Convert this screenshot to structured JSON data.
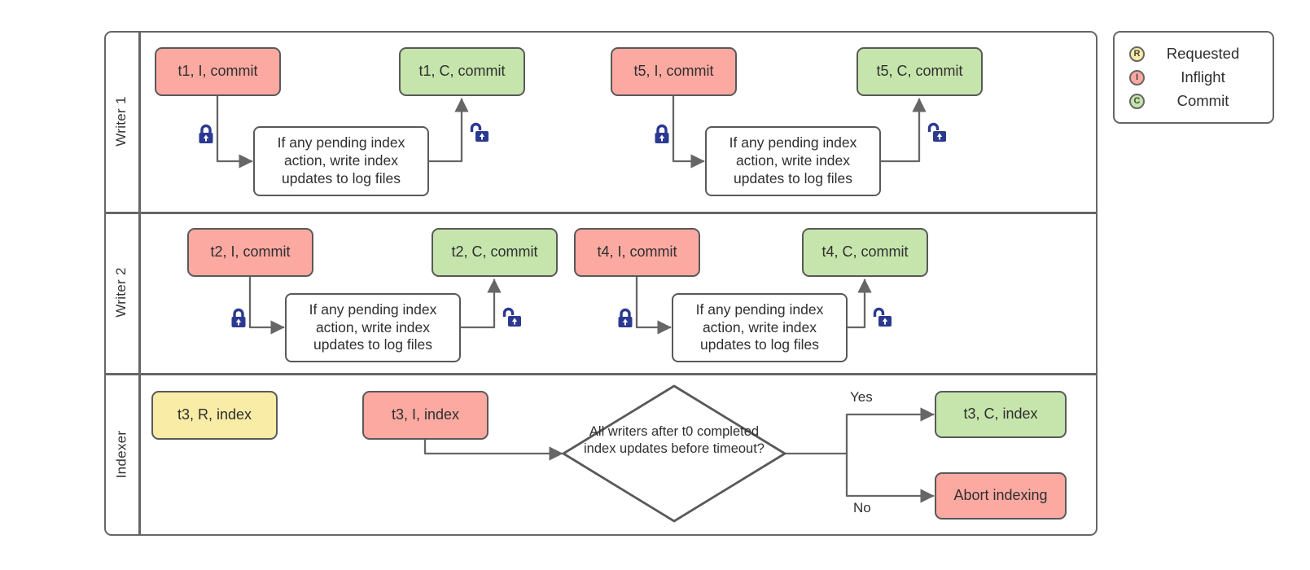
{
  "lanes": [
    {
      "label": "Writer 1"
    },
    {
      "label": "Writer 2"
    },
    {
      "label": "Indexer"
    }
  ],
  "nodes": {
    "t1_inflight": "t1, I, commit",
    "t1_commit": "t1, C, commit",
    "t5_inflight": "t5, I, commit",
    "t5_commit": "t5, C, commit",
    "t2_inflight": "t2, I, commit",
    "t2_commit": "t2, C, commit",
    "t4_inflight": "t4, I, commit",
    "t4_commit": "t4, C, commit",
    "t3_requested": "t3, R, index",
    "t3_inflight": "t3, I, index",
    "t3_commit": "t3, C, index",
    "abort": "Abort indexing",
    "process": "If any pending index action, write index updates to log files",
    "decision": "All writers after t0 completed index updates before timeout?"
  },
  "edges": {
    "yes": "Yes",
    "no": "No"
  },
  "legend": {
    "items": [
      {
        "letter": "R",
        "label": "Requested",
        "state": "requested"
      },
      {
        "letter": "I",
        "label": "Inflight",
        "state": "inflight"
      },
      {
        "letter": "C",
        "label": "Commit",
        "state": "commit"
      }
    ]
  },
  "colors": {
    "requested": "#F8ECA6",
    "inflight": "#FCA9A1",
    "commit": "#C6E5AC",
    "node_border": "#595959",
    "frame_border": "#666666",
    "arrow": "#666666",
    "lock": "#2B3990",
    "text": "#2F2F2F"
  }
}
